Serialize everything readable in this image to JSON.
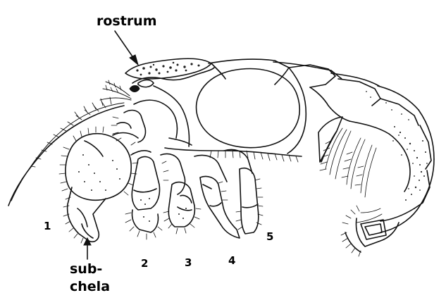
{
  "labels": {
    "rostrum": "rostrum",
    "subchela_line1": "sub-",
    "subchela_line2": "chela",
    "leg1": "1",
    "leg2": "2",
    "leg3": "3",
    "leg4": "4",
    "leg5": "5"
  },
  "colors": {
    "ink": "#111111",
    "background": "#ffffff"
  }
}
